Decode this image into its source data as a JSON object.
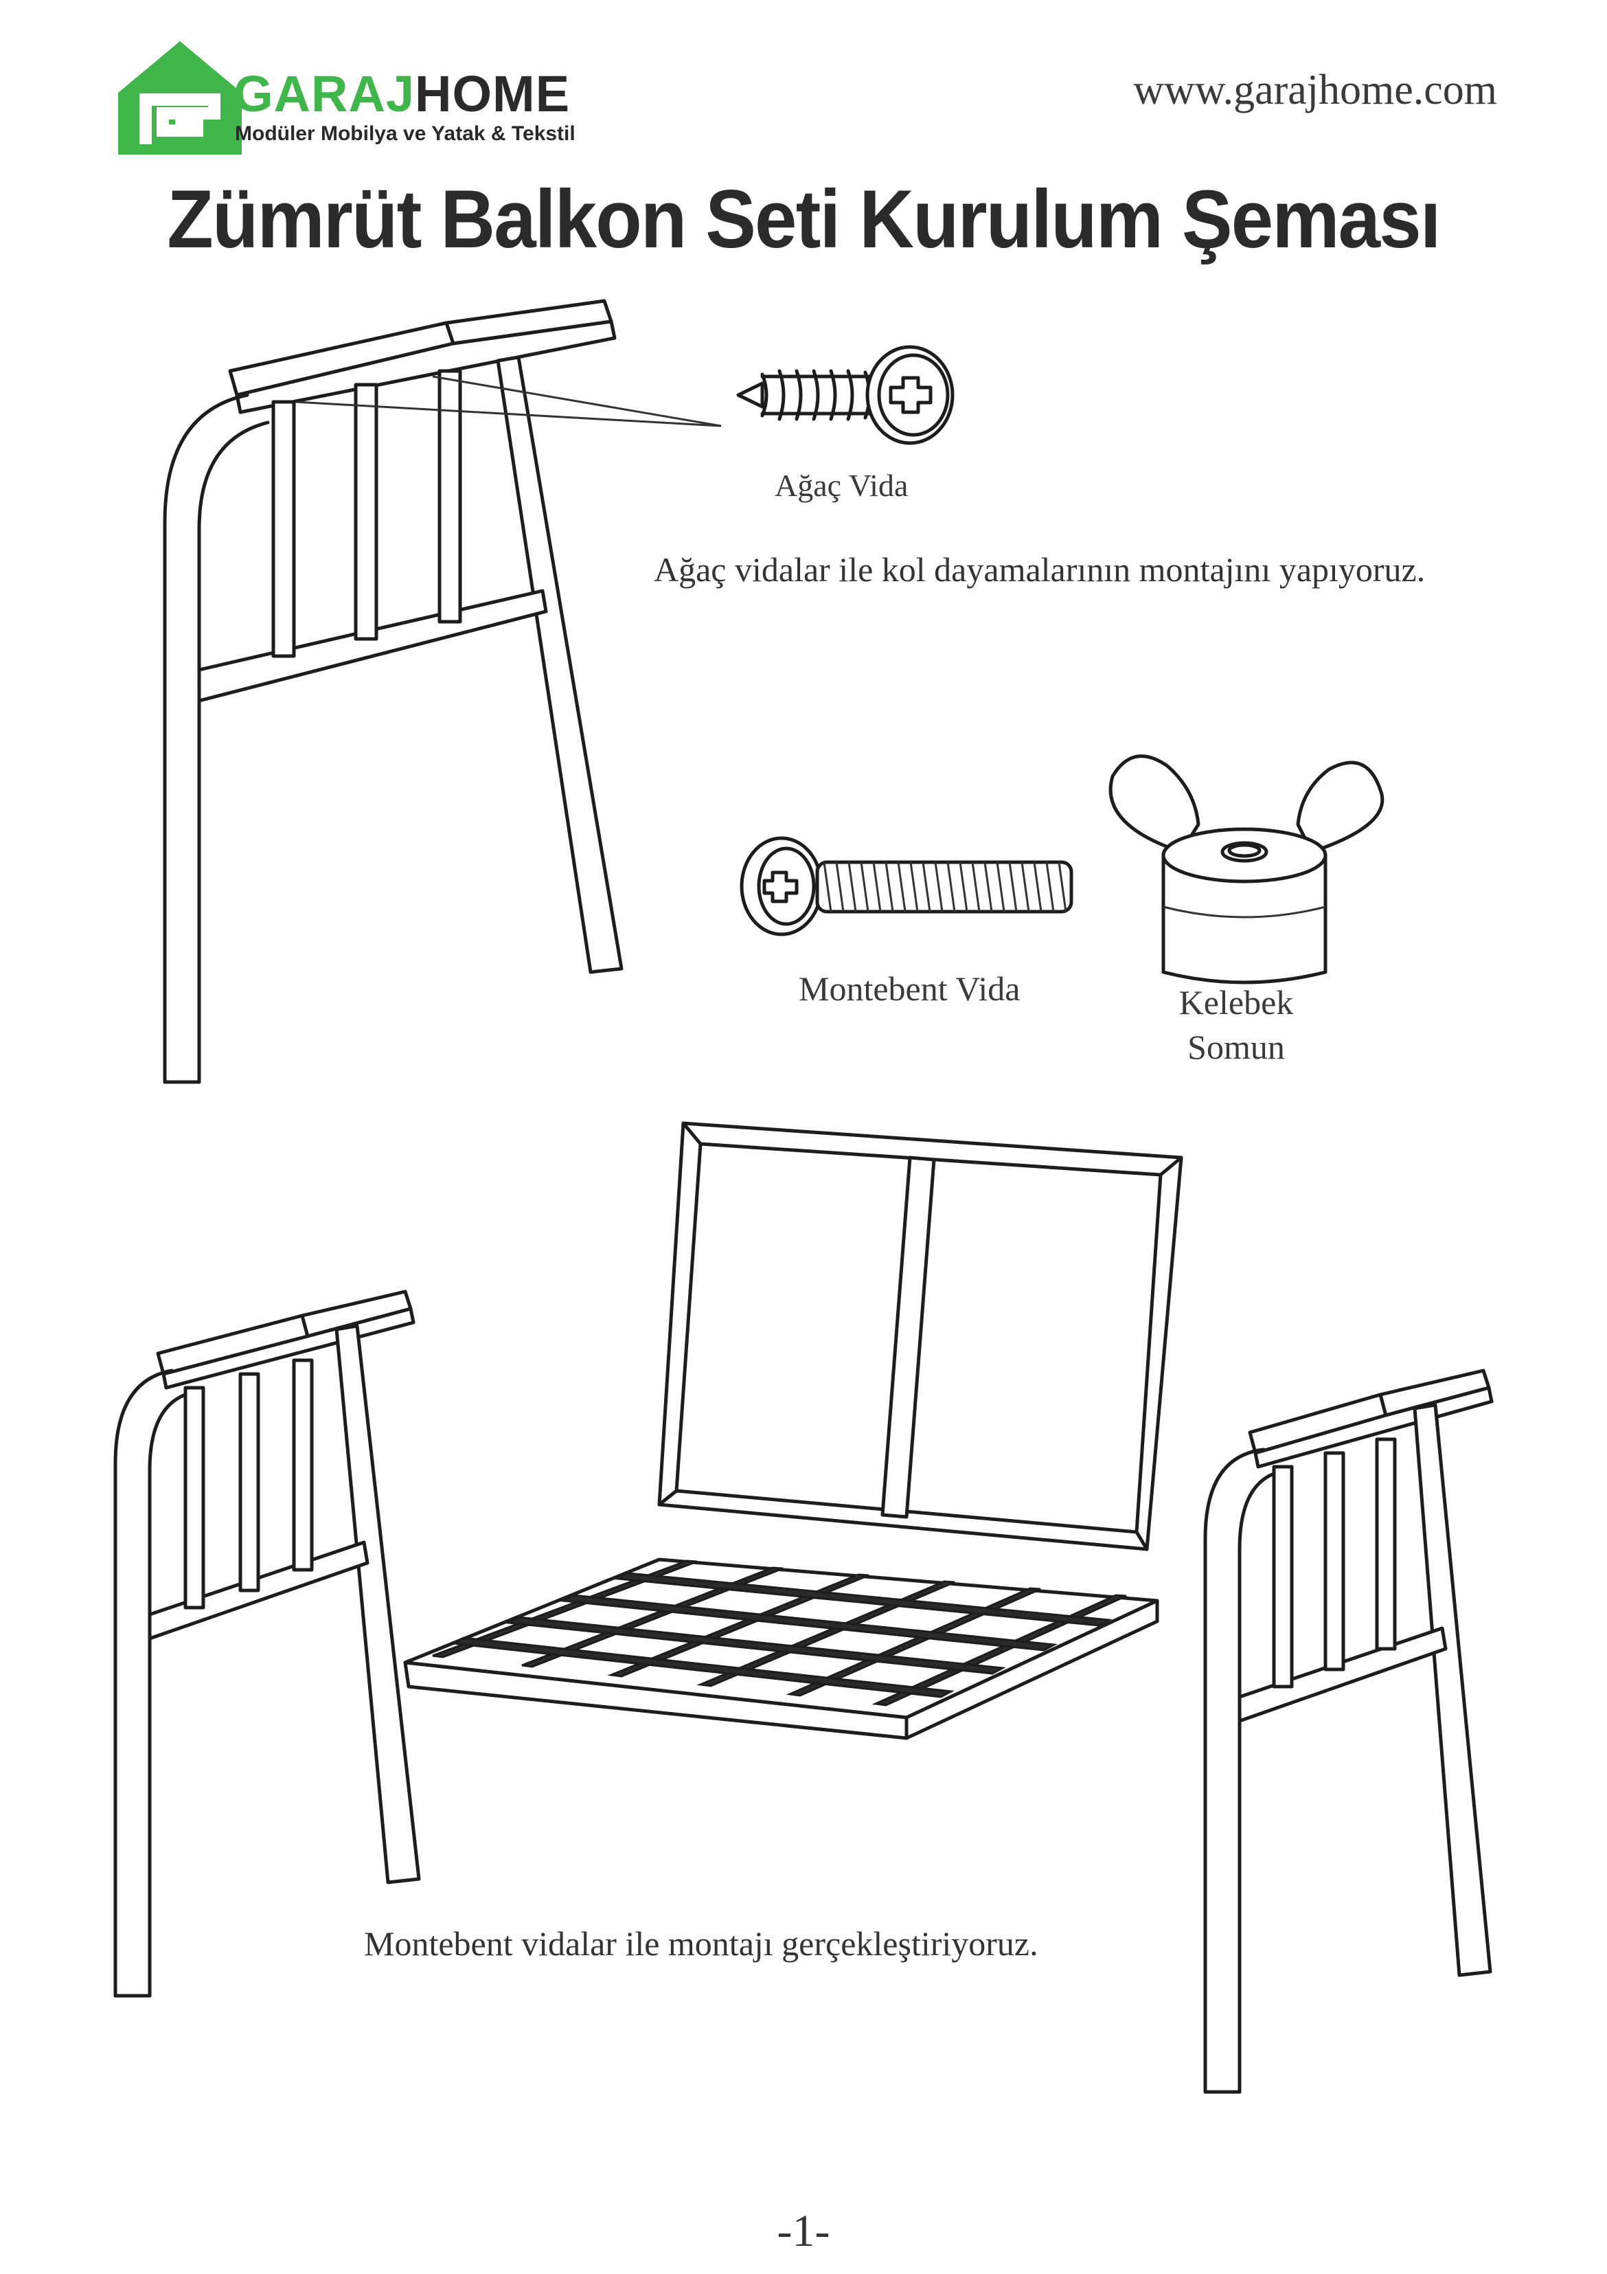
{
  "header": {
    "brand_primary": "GARAJ",
    "brand_secondary": "HOME",
    "tagline": "Modüler Mobilya ve Yatak & Tekstil",
    "website": "www.garajhome.com",
    "brand_color": "#3fb54a"
  },
  "document": {
    "title": "Zümrüt  Balkon Seti Kurulum Şeması"
  },
  "parts": {
    "wood_screw_label": "Ağaç Vida",
    "bolt_label": "Montebent Vida",
    "wing_nut_label_line1": "Kelebek",
    "wing_nut_label_line2": "Somun"
  },
  "steps": {
    "step1_caption": "Ağaç vidalar ile kol dayamalarının montajını yapıyoruz.",
    "step2_caption": "Montebent vidalar ile montajı gerçekleştiriyoruz."
  },
  "footer": {
    "page_number": "-1-"
  }
}
